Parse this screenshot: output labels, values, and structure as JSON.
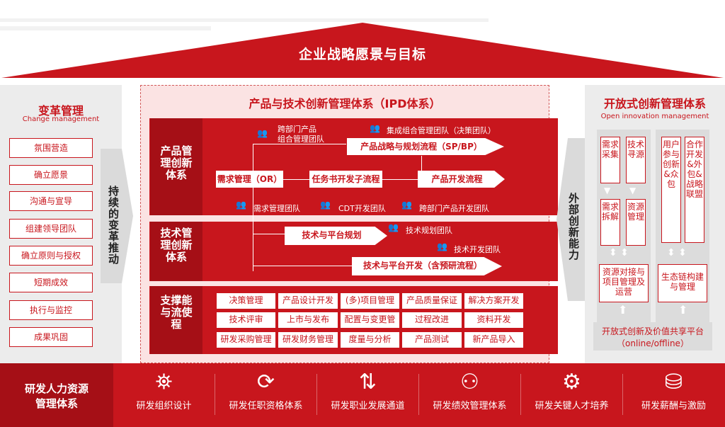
{
  "roof": {
    "title": "企业战略愿景与目标"
  },
  "left": {
    "title": "变革管理",
    "subtitle": "Change management",
    "items": [
      "氛围营造",
      "确立愿景",
      "沟通与宣导",
      "组建领导团队",
      "确立原则与授权",
      "短期成效",
      "执行与监控",
      "成果巩固"
    ],
    "arrow_text": "持续的变革推动"
  },
  "center": {
    "title": "产品与技术创新管理体系（IPD体系）",
    "band1": {
      "label": "产品管理创新体系",
      "team_cross_product": "跨部门产品",
      "team_portfolio": "组合管理团队",
      "team_integrated": "集成组合管理团队（决策团队）",
      "proc_strategy": "产品战略与规划流程（SP/BP）",
      "proc_req": "需求管理（OR）",
      "proc_charter": "任务书开发子流程",
      "proc_dev": "产品开发流程",
      "team_req": "需求管理团队",
      "team_cdt": "CDT开发团队",
      "team_pdt": "跨部门产品开发团队"
    },
    "band2": {
      "label": "技术管理创新体系",
      "proc_plan": "技术与平台规划",
      "team_plan": "技术规划团队",
      "team_dev": "技术开发团队",
      "proc_dev": "技术与平台开发（含预研流程）"
    },
    "band3": {
      "label": "支撑能与流使程",
      "cells": [
        [
          "决策管理",
          "产品设计开发",
          "(多)项目管理",
          "产品质量保证",
          "解决方案开发"
        ],
        [
          "技术评审",
          "上市与发布",
          "配置与变更管理",
          "过程改进",
          "资料开发"
        ],
        [
          "研发采购管理",
          "研发财务管理",
          "度量与分析",
          "产品测试",
          "新产品导入"
        ]
      ]
    }
  },
  "external": {
    "arrow_text": "外部创新能力"
  },
  "right": {
    "title": "开放式创新管理体系",
    "subtitle": "Open innovation management",
    "col1": {
      "a": "需求采集",
      "b": "技术寻源",
      "c": "需求拆解",
      "d": "资源管理",
      "bottom": "资源对接与项目管理及运营"
    },
    "col2": {
      "a": "用户参与创新&众包",
      "b": "合作开发&外包&战略联盟",
      "bottom": "生态链构建与管理"
    },
    "platform": "开放式创新及价值共享平台",
    "platform_sub": "（online/offline）"
  },
  "bottom": {
    "title_line1": "研发人力资源",
    "title_line2": "管理体系",
    "items": [
      {
        "label": "研发组织设计",
        "icon": "org-structure-icon"
      },
      {
        "label": "研发任职资格体系",
        "icon": "cycle-people-icon"
      },
      {
        "label": "研发职业发展通道",
        "icon": "career-path-icon"
      },
      {
        "label": "研发绩效管理体系",
        "icon": "team-performance-icon"
      },
      {
        "label": "研发关键人才培养",
        "icon": "talent-icon"
      },
      {
        "label": "研发薪酬与激励",
        "icon": "reward-icon"
      }
    ]
  },
  "colors": {
    "accent": "#c8161d",
    "dark": "#a50f16",
    "panel": "#ececec"
  }
}
